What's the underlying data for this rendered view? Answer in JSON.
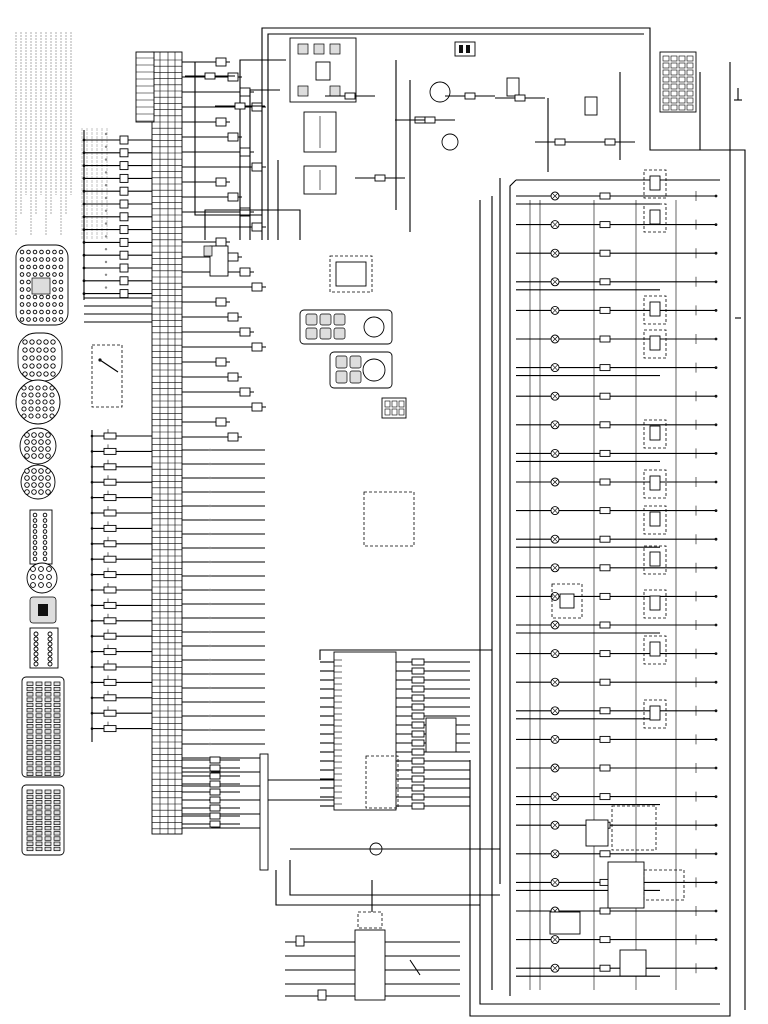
{
  "diagram": {
    "kind": "automotive wiring schematic (rotated 90°)",
    "ecu_connector_count": 1,
    "connector_views": [
      "round-connector-40pin",
      "oval-connector-26pin",
      "round-connector-30pin",
      "round-connector-24pin",
      "round-connector-21pin",
      "square-connector-18pin",
      "round-connector-12pin",
      "relay-connector-view",
      "rect-connector-14pin",
      "large-rect-connector-tall",
      "large-rect-connector-short"
    ],
    "left_lamp_rows": 13,
    "left_ground_rows": 20,
    "right_switch_rows": 28
  }
}
